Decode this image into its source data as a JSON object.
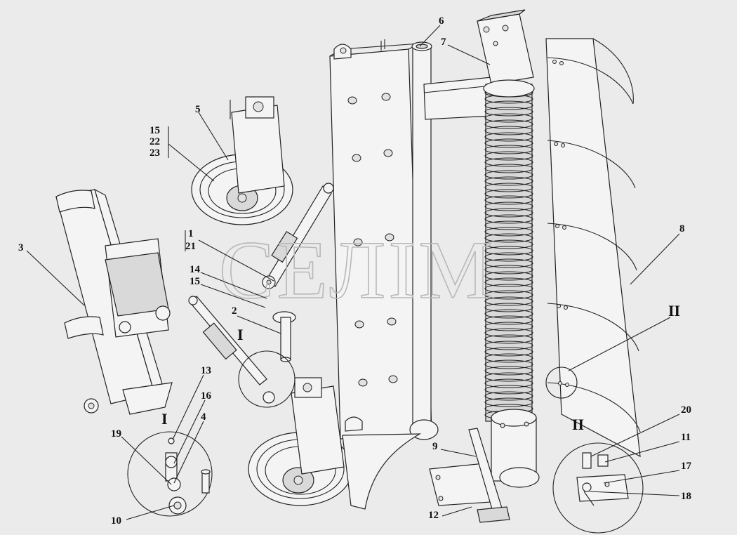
{
  "watermark": "СЕЛІМ",
  "callouts": [
    "1",
    "2",
    "3",
    "4",
    "5",
    "6",
    "7",
    "8",
    "9",
    "10",
    "11",
    "12",
    "13",
    "14",
    "15",
    "16",
    "17",
    "18",
    "19",
    "20",
    "21",
    "22",
    "23"
  ],
  "group_labels": {
    "stack_1_21": [
      "1",
      "21"
    ],
    "stack_15_22_23": [
      "15",
      "22",
      "23"
    ]
  },
  "detail_labels": {
    "detail_I": "I",
    "detail_II": "II"
  },
  "colors": {
    "background": "#ebebeb",
    "line": "#222222",
    "watermark": "#b8b8b8"
  }
}
